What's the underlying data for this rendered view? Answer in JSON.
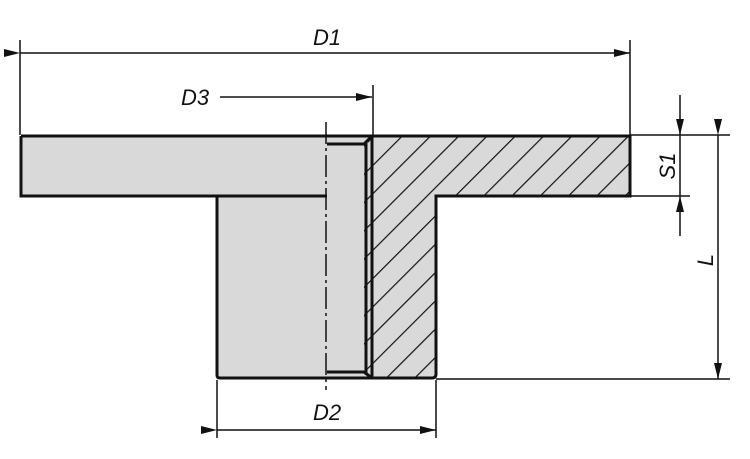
{
  "labels": {
    "d1": "D1",
    "d2": "D2",
    "d3": "D3",
    "s1": "S1",
    "l": "L"
  },
  "colors": {
    "fill": "#d9d9d9",
    "line": "#111111",
    "background": "#ffffff"
  }
}
